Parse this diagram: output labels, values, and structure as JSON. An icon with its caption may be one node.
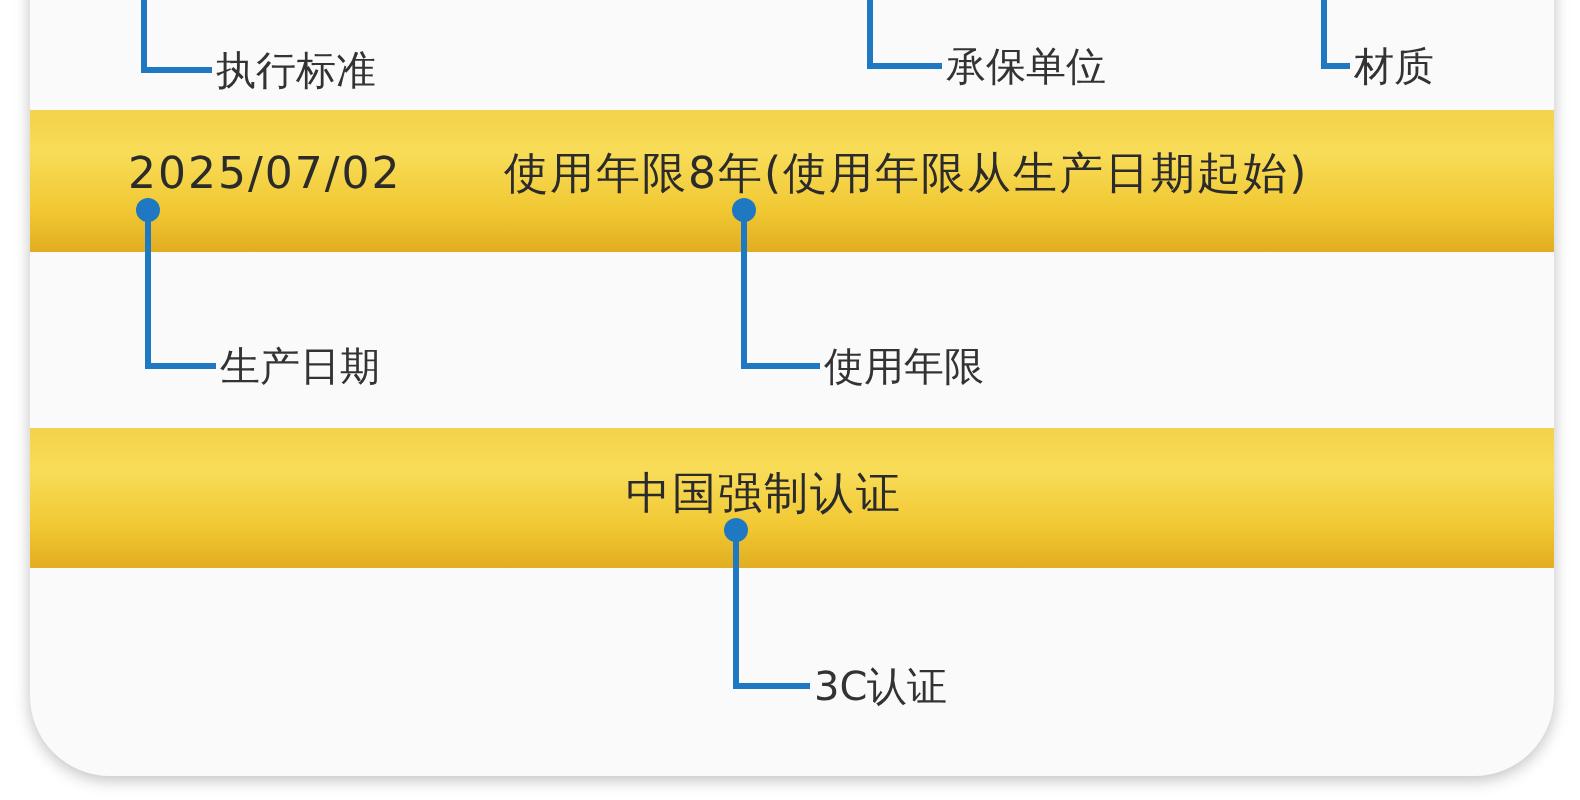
{
  "diagram": {
    "nodes": [
      {
        "text": [
          "执行标准"
        ]
      },
      {
        "text": [
          "承保单位"
        ]
      },
      {
        "text": [
          "材质"
        ]
      },
      {
        "text": [],
        "shape": "bar"
      },
      {
        "text": [
          "2025/07/02"
        ],
        "in": 3
      },
      {
        "text": [
          "使用年限8年(使用年限从生产日期起始)"
        ],
        "in": 3
      },
      {
        "text": [
          "生产日期"
        ]
      },
      {
        "text": [
          "使用年限"
        ]
      },
      {
        "text": [],
        "shape": "bar"
      },
      {
        "text": [
          "中国强制认证"
        ],
        "in": 8
      },
      {
        "text": [
          "3C认证"
        ]
      }
    ],
    "edges": [
      {
        "from": 0,
        "to": null,
        "arrow": "none"
      },
      {
        "from": 1,
        "to": null,
        "arrow": "none"
      },
      {
        "from": 2,
        "to": null,
        "arrow": "none"
      },
      {
        "from": 6,
        "to": 4,
        "arrow": "other"
      },
      {
        "from": 7,
        "to": 5,
        "arrow": "other"
      },
      {
        "from": 10,
        "to": 9,
        "arrow": "other"
      }
    ]
  }
}
